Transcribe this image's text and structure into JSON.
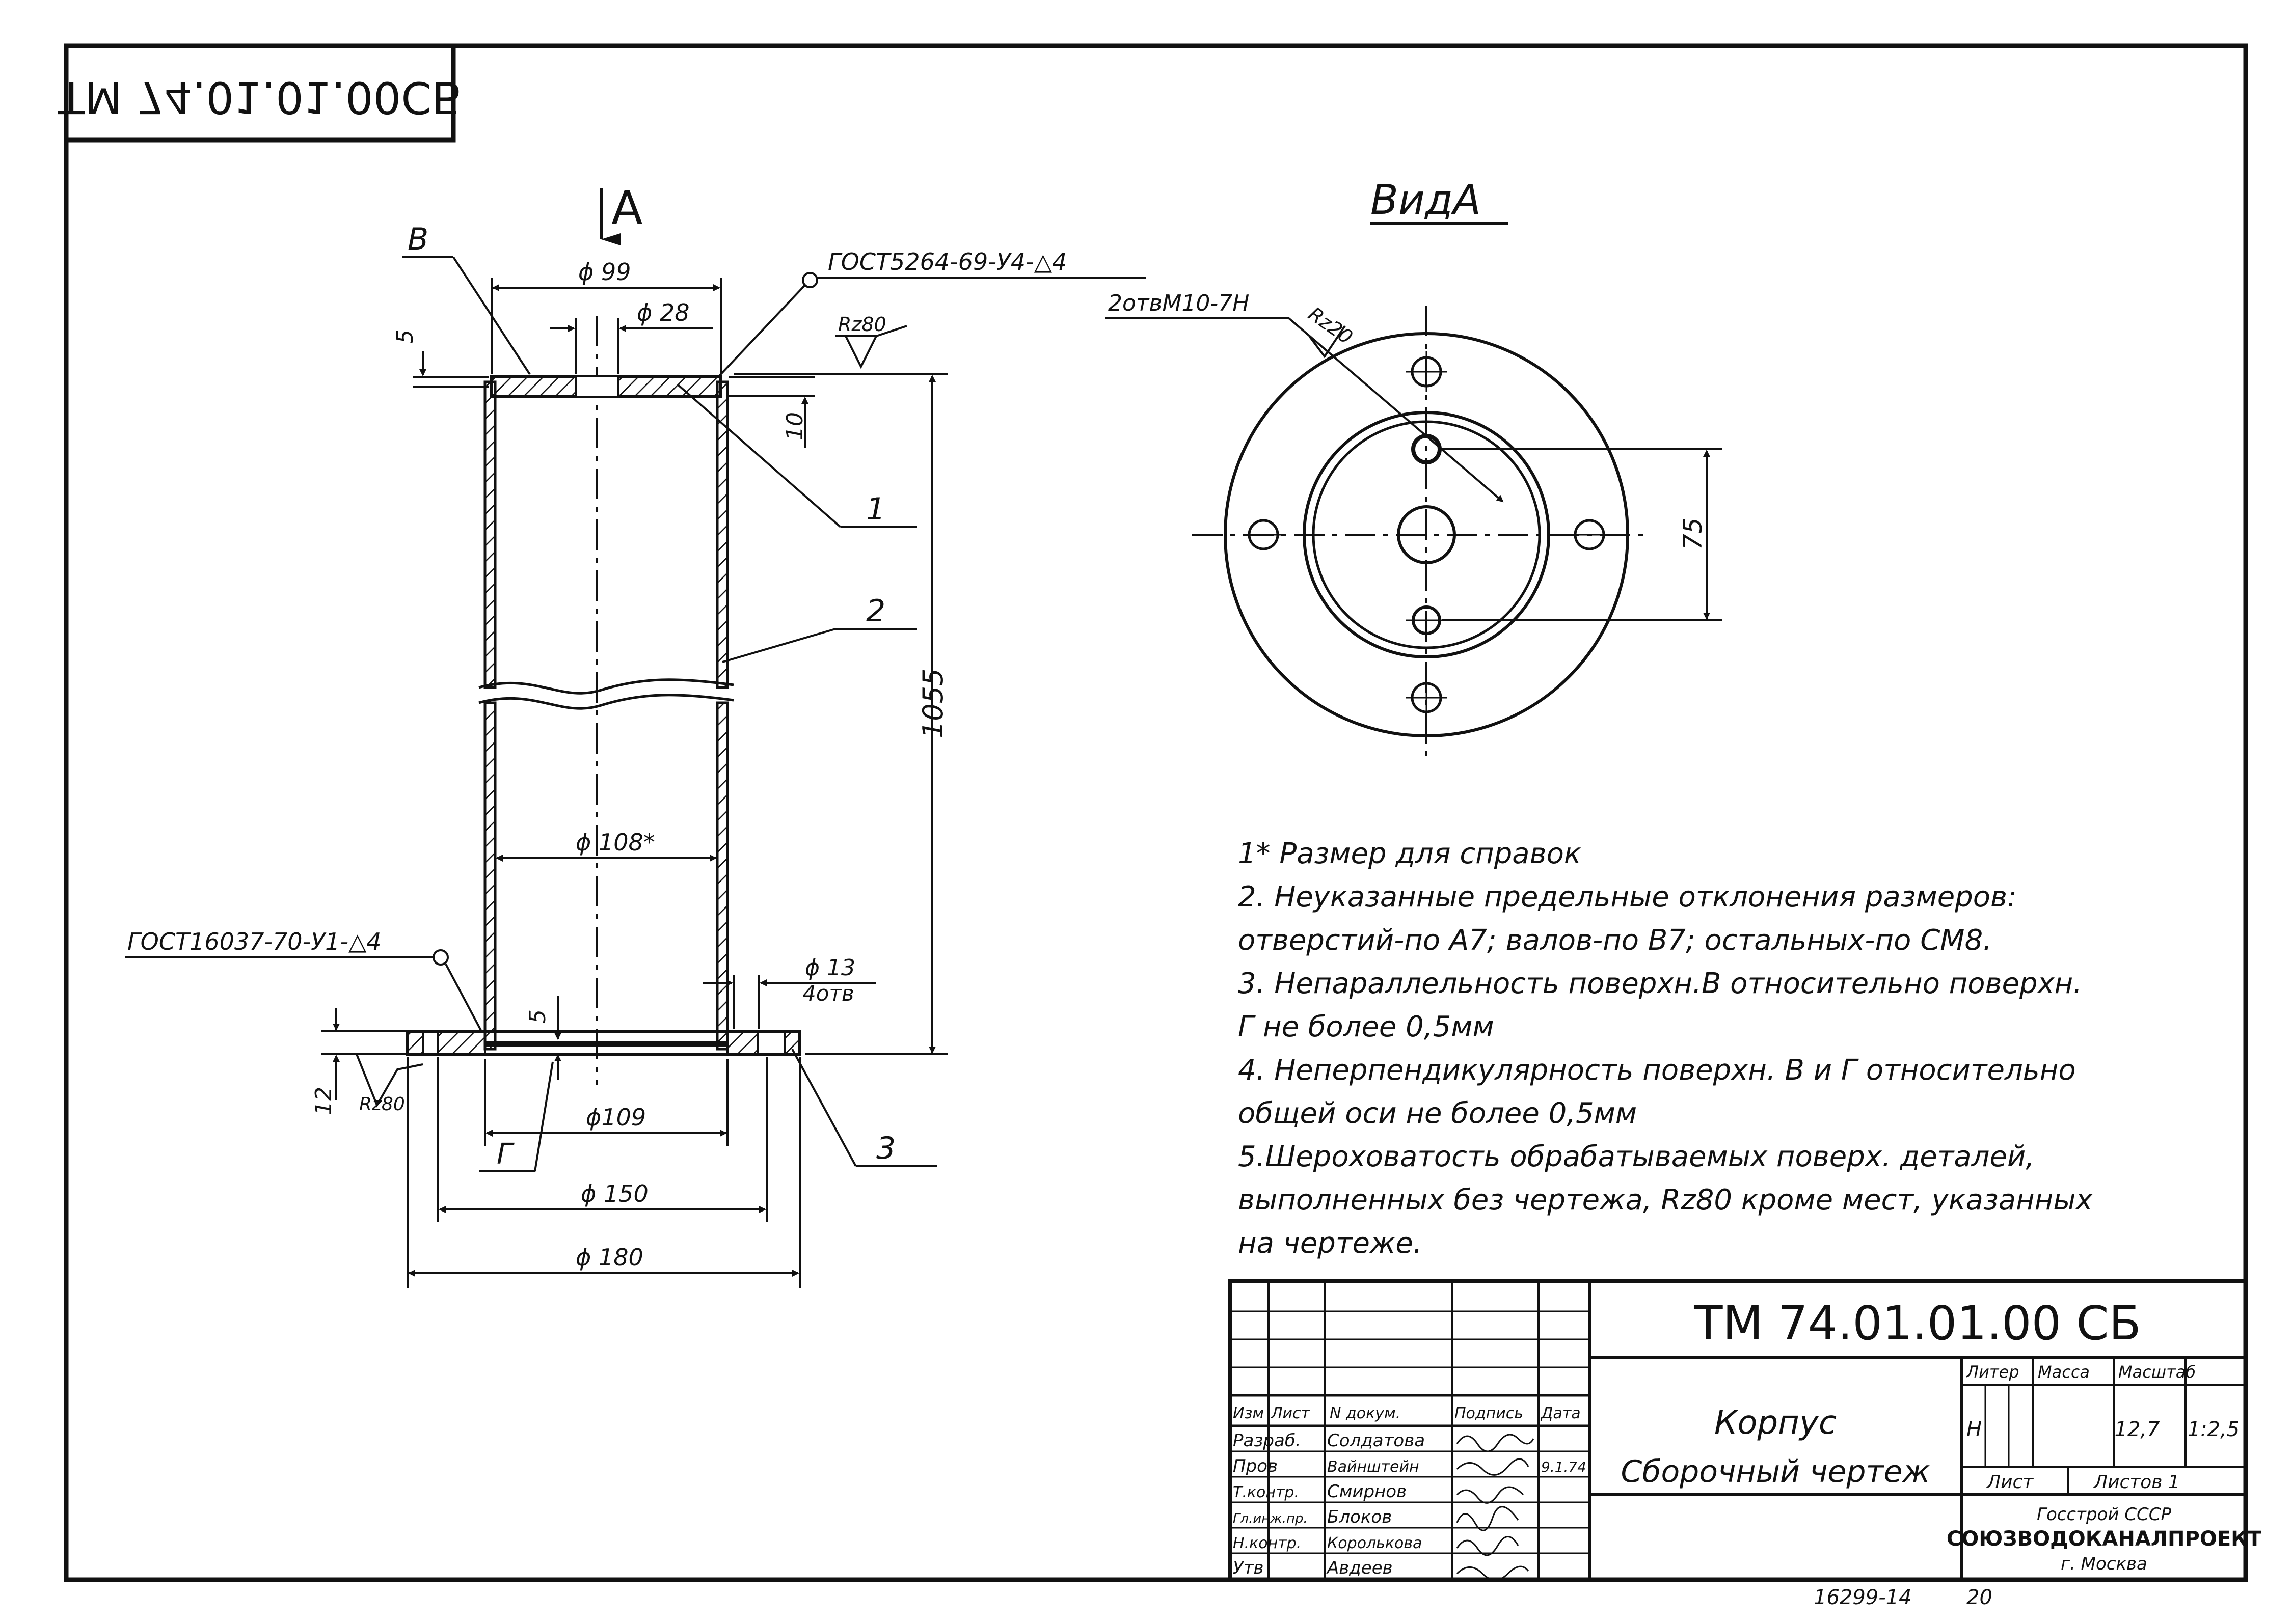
{
  "frame_code": "ТМ 74.01.01.00СБ",
  "view_arrow_label": "A",
  "view_title": "ВидА",
  "dimensions": {
    "d99": "ϕ 99",
    "d28": "ϕ 28",
    "d108": "ϕ 108*",
    "d109": "ϕ109",
    "d150": "ϕ 150",
    "d180": "ϕ 180",
    "d13": "ϕ 13",
    "holes4": "4отв",
    "h1055": "1055",
    "h5_top": "5",
    "h10": "10",
    "h5_bottom": "5",
    "h12": "12",
    "v75": "75"
  },
  "labels": {
    "B": "В",
    "G": "Г",
    "gost_top": "ГОСТ5264-69-У4-△4",
    "gost_bottom": "ГОСТ16037-70-У1-△4",
    "rz80_top": "Rz80",
    "rz80_bottom": "Rz80",
    "holes2": "2отвМ10-7Н",
    "rz20": "Rz20",
    "pos1": "1",
    "pos2": "2",
    "pos3": "3"
  },
  "notes": [
    "1* Размер для справок",
    "2. Неуказанные предельные отклонения размеров:",
    "отверстий-по А7; валов-по В7; остальных-по СМ8.",
    "3. Непараллельность поверхн.В относительно поверхн.",
    "Г не более 0,5мм",
    "4. Неперпендикулярность поверхн. В и Г относительно",
    "общей оси не более 0,5мм",
    "5.Шероховатость обрабатываемых поверх. деталей,",
    "выполненных без чертежа, Rz80 кроме мест, указанных",
    "на чертеже."
  ],
  "title_block": {
    "code": "ТМ 74.01.01.00 СБ",
    "name": "Корпус",
    "doc_type": "Сборочный чертеж",
    "headers": {
      "izm": "Изм",
      "list": "Лист",
      "ndoc": "N докум.",
      "podp": "Подпись",
      "data": "Дата"
    },
    "roles": [
      {
        "role": "Разраб.",
        "name": "Солдатова",
        "date": ""
      },
      {
        "role": "Пров",
        "name": "Вайнштейн",
        "date": "9.1.74"
      },
      {
        "role": "Т.контр.",
        "name": "Смирнов",
        "date": ""
      },
      {
        "role": "Гл.инж.пр.",
        "name": "Блоков",
        "date": ""
      },
      {
        "role": "Н.контр.",
        "name": "Королькова",
        "date": ""
      },
      {
        "role": "Утв",
        "name": "Авдеев",
        "date": ""
      }
    ],
    "litera_label": "Литер",
    "litera_value": "Н",
    "mass_label": "Масса",
    "mass_value": "12,7",
    "scale_label": "Масштаб",
    "scale_value": "1:2,5",
    "sheet_label": "Лист",
    "sheets_label": "Листов 1",
    "org_line1": "Госстрой СССР",
    "org_line2": "СОЮЗВОДОКАНАЛПРОЕКТ",
    "org_line3": "г. Москва"
  },
  "footer_number": "16299-14",
  "footer_page": "20"
}
